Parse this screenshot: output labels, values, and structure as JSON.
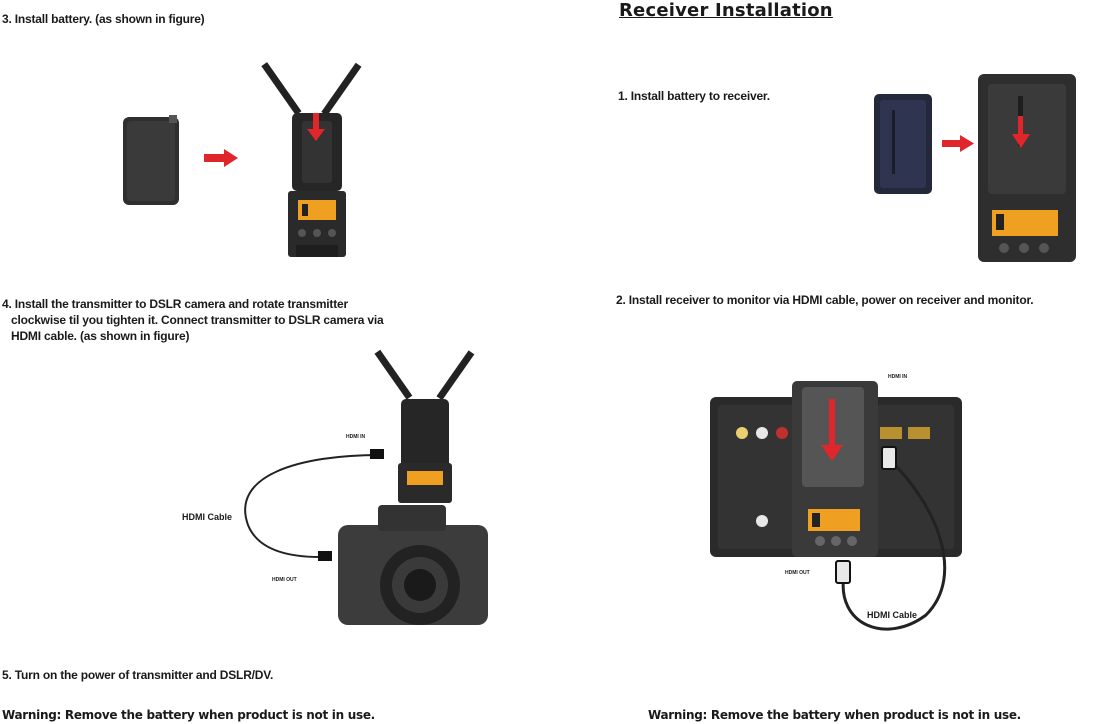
{
  "left_page": {
    "step3": "3. Install battery. (as shown in figure)",
    "step4_line1": "4. Install the transmitter to DSLR camera and rotate transmitter",
    "step4_line2": "clockwise til you tighten it. Connect transmitter to DSLR camera via",
    "step4_line3": "HDMI cable. (as shown in figure)",
    "hdmi_in_label": "HDMI IN",
    "hdmi_cable_label": "HDMI Cable",
    "hdmi_out_label": "HDMI OUT",
    "step5": "5. Turn on the power of transmitter and DSLR/DV.",
    "warning": "Warning: Remove the battery when product is not in use."
  },
  "right_page": {
    "title": "Receiver Installation",
    "step1": "1. Install battery to receiver.",
    "step2": "2. Install receiver to monitor via HDMI cable, power on receiver and monitor.",
    "hdmi_in_label": "HDMI IN",
    "hdmi_out_label": "HDMI OUT",
    "hdmi_cable_label": "HDMI Cable",
    "warning": "Warning: Remove the battery when product is not in use."
  },
  "colors": {
    "arrow": "#e0252b",
    "device": "#2b2b2b",
    "lcd": "#f0a020"
  }
}
